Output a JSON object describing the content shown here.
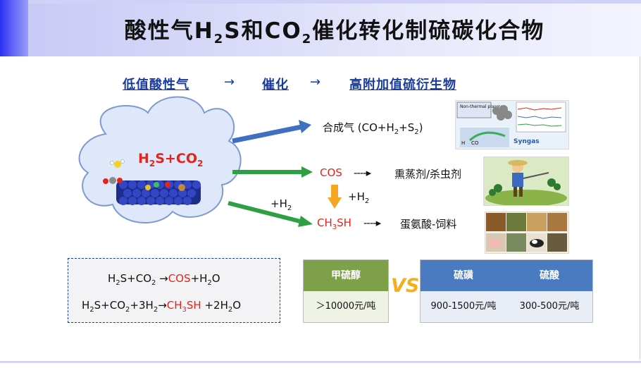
{
  "title": {
    "pre": "酸性气H",
    "sub1": "2",
    "mid": "S和CO",
    "sub2": "2",
    "post": "催化转化制硫碳化合物"
  },
  "flow": {
    "step1": "低值酸性气",
    "step2": "催化",
    "step3": "高附加值硫衍生物",
    "arrow": "→"
  },
  "cloud": {
    "pre": "H",
    "sub1": "2",
    "mid": "S+CO",
    "sub2": "2"
  },
  "products": {
    "syngas": {
      "pre": "合成气 (CO+H",
      "sub1": "2",
      "mid": "+S",
      "sub2": "2",
      "post": ")"
    },
    "cos": "COS",
    "fumigant": "熏蒸剂/杀虫剂",
    "ch3sh": {
      "pre": "CH",
      "sub1": "3",
      "post": "SH"
    },
    "methionine": "蛋氨酸-饲料",
    "dashes": "----▸"
  },
  "h2_labels": {
    "left": {
      "pre": "+H",
      "sub": "2"
    },
    "right": {
      "pre": "+H",
      "sub": "2"
    }
  },
  "equations": {
    "eq1": {
      "a": "H",
      "a_sub": "2",
      "b": "S+CO",
      "b_sub": "2",
      "arrow": " →",
      "product": "COS",
      "tail": "+H",
      "tail_sub": "2",
      "tail2": "O"
    },
    "eq2": {
      "a": "H",
      "a_sub": "2",
      "b": "S+CO",
      "b_sub": "2",
      "c": "+3H",
      "c_sub": "2",
      "arrow": "→",
      "product_a": "CH",
      "product_sub": "3",
      "product_b": "SH",
      "tail": " +2H",
      "tail_sub": "2",
      "tail2": "O"
    }
  },
  "table_left": {
    "header": "甲硫醇",
    "value": "＞10000元/吨"
  },
  "vs": "VS",
  "table_right": {
    "headers": [
      "硫磺",
      "硫酸"
    ],
    "values": [
      "900-1500元/吨",
      "300-500元/吨"
    ]
  },
  "thumb_top": {
    "label_a": "Non-thermal plasma",
    "label_b": "Syngas",
    "label_c": "H",
    "label_d": "CO"
  },
  "colors": {
    "accent_red": "#e4241b",
    "flow_blue": "#1a3ca0",
    "green_arrow": "#2ea043",
    "blue_arrow": "#3f6fc0",
    "orange_arrow": "#f5a623",
    "cloud_fill": "#dfe8fb"
  }
}
